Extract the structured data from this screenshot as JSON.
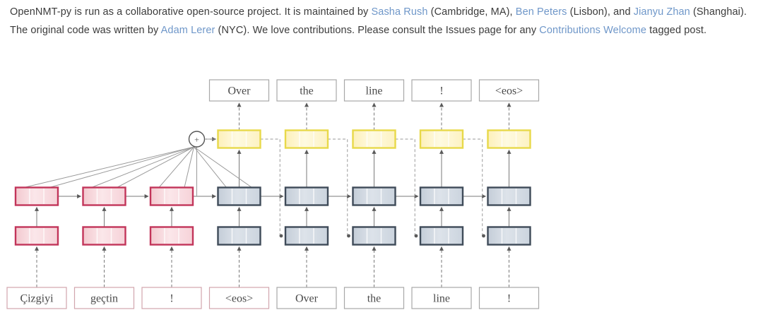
{
  "intro": {
    "segments": [
      {
        "t": "OpenNMT-py is run as a collaborative open-source project. It is maintained by ",
        "link": false
      },
      {
        "t": "Sasha Rush",
        "link": true
      },
      {
        "t": " (Cambridge, MA), ",
        "link": false
      },
      {
        "t": "Ben Peters",
        "link": true
      },
      {
        "t": " (Lisbon), and ",
        "link": false
      },
      {
        "t": "Jianyu Zhan",
        "link": true
      },
      {
        "t": " (Shanghai). The original code was written by ",
        "link": false
      },
      {
        "t": "Adam Lerer",
        "link": true
      },
      {
        "t": " (NYC). We love contributions. Please consult the Issues page for any ",
        "link": false
      },
      {
        "t": "Contributions Welcome",
        "link": true
      },
      {
        "t": " tagged post.",
        "link": false
      }
    ],
    "text_color": "#3b3b3b",
    "link_color": "#6f97c9"
  },
  "figure": {
    "name": "seq2seq-attention-diagram",
    "colors": {
      "encoder_fill": "#f8dadd",
      "encoder_stroke": "#c2355a",
      "decoder_fill": "#cfd7e0",
      "decoder_stroke": "#3f4b59",
      "attention_fill": "#fdf3c8",
      "attention_stroke": "#e8d94a",
      "token_stroke": "#a8a8a8",
      "encoder_token_stroke": "#d2a5ad",
      "line": "#7a7a7a"
    },
    "input_tokens": [
      "Çizgiyi",
      "geçtin",
      "!",
      "<eos>",
      "Over",
      "the",
      "line",
      "!"
    ],
    "output_tokens": [
      "Over",
      "the",
      "line",
      "!",
      "<eos>"
    ],
    "encoder_columns": 3,
    "decoder_columns": 5,
    "attention_node_label": "+",
    "layers_per_column": 2,
    "subcells_per_block": 3
  }
}
